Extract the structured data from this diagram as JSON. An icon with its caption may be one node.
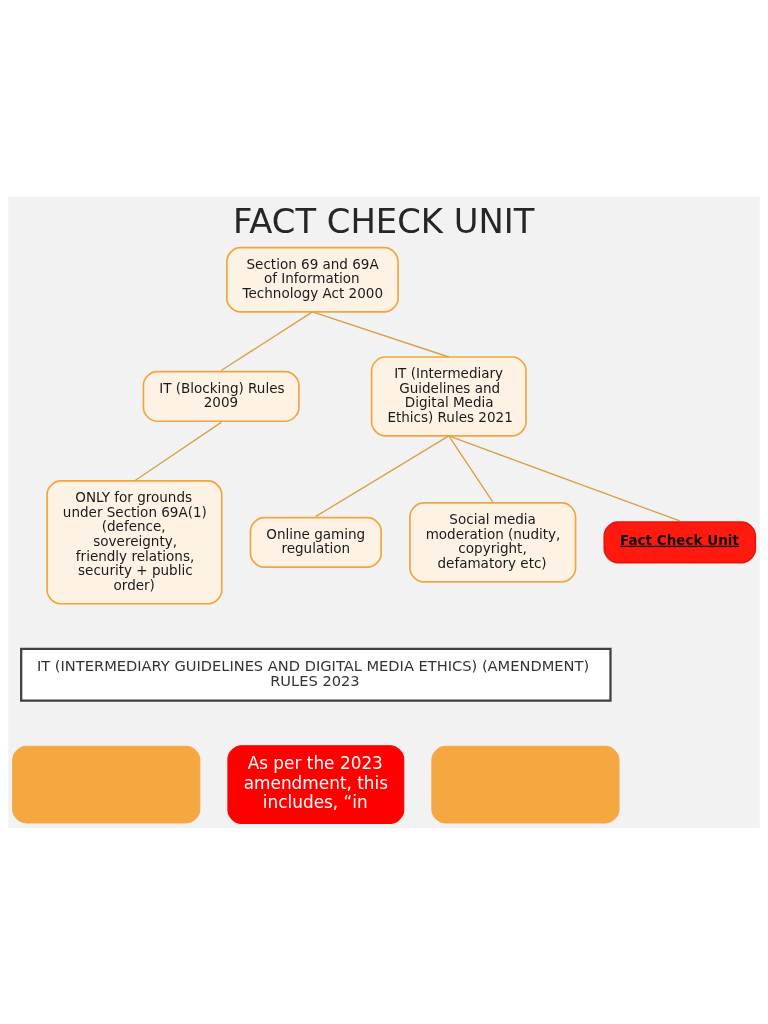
{
  "diagram": {
    "title": "FACT CHECK UNIT",
    "nodes": [
      {
        "text": [
          "Section 69 and 69A of Information Technology Act 2000"
        ]
      },
      {
        "text": [
          "IT (Blocking) Rules 2009"
        ]
      },
      {
        "text": [
          "IT (Intermediary Guidelines and Digital Media Ethics) Rules 2021"
        ]
      },
      {
        "text": [
          "ONLY for grounds under Section 69A(1) (defence, sovereignty, friendly relations, security + public order)"
        ]
      },
      {
        "text": [
          "Online gaming regulation"
        ]
      },
      {
        "text": [
          "Social media moderation (nudity, copyright, defamatory etc)"
        ]
      },
      {
        "text": [
          "Fact Check Unit"
        ]
      },
      {
        "text": [
          "IT (INTERMEDIARY GUIDELINES AND DIGITAL MEDIA ETHICS) (AMENDMENT) RULES 2023"
        ]
      },
      {
        "text": [],
        "shape": "box"
      },
      {
        "text": [
          "As per the 2023 amendment, this includes, “in"
        ]
      },
      {
        "text": [],
        "shape": "box"
      }
    ],
    "edges": [
      {
        "from": 0,
        "to": 1,
        "arrow": "none"
      },
      {
        "from": 0,
        "to": 2,
        "arrow": "none"
      },
      {
        "from": 1,
        "to": 3,
        "arrow": "none"
      },
      {
        "from": 2,
        "to": 4,
        "arrow": "none"
      },
      {
        "from": 2,
        "to": 5,
        "arrow": "none"
      },
      {
        "from": 2,
        "to": 6,
        "arrow": "none"
      }
    ]
  }
}
